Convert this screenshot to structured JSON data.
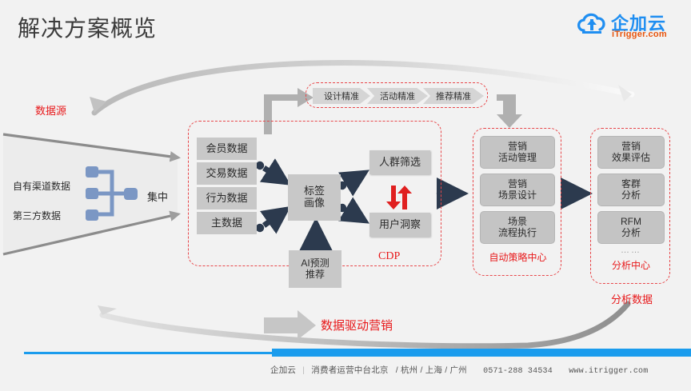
{
  "page": {
    "title": "解决方案概览",
    "background": "#f2f2f2"
  },
  "logo": {
    "icon": "cloud-icon",
    "brand": "企加云",
    "sub": "iTrigger.com",
    "brand_color": "#1f8ef1",
    "sub_color": "#e8540c"
  },
  "labels": {
    "data_source": "数据源",
    "cdp": "CDP",
    "auto_strategy_center": "自动策略中心",
    "analysis_center": "分析中心",
    "data_driven_marketing": "数据驱动营销",
    "analysis_data": "分析数据",
    "ellipsis": "……",
    "accent_red": "#e8191b"
  },
  "funnel": {
    "line1": "自有渠道数据",
    "line2": "第三方数据",
    "converge": "集中",
    "icon": "merge-branch-icon"
  },
  "precision_band": {
    "items": [
      {
        "label": "设计精准"
      },
      {
        "label": "活动精准"
      },
      {
        "label": "推荐精准"
      }
    ]
  },
  "cdp": {
    "sources": [
      {
        "label": "会员数据"
      },
      {
        "label": "交易数据"
      },
      {
        "label": "行为数据"
      },
      {
        "label": "主数据"
      }
    ],
    "core": {
      "line1": "标签",
      "line2": "画像"
    },
    "ai": {
      "line1": "AI预测",
      "line2": "推荐"
    },
    "outputs": [
      {
        "label": "人群筛选"
      },
      {
        "label": "用户洞察"
      }
    ],
    "exchange_icon": "red-double-arrow-icon"
  },
  "strategy_center": {
    "items": [
      {
        "line1": "营销",
        "line2": "活动管理"
      },
      {
        "line1": "营销",
        "line2": "场景设计"
      },
      {
        "line1": "场景",
        "line2": "流程执行"
      }
    ],
    "caption": "自动策略中心"
  },
  "analysis_center": {
    "items": [
      {
        "line1": "营销",
        "line2": "效果评估"
      },
      {
        "line1": "客群",
        "line2": "分析"
      },
      {
        "line1": "RFM",
        "line2": "分析"
      }
    ],
    "ellipsis": "……",
    "caption": "分析中心"
  },
  "footer": {
    "company": "企加云",
    "divider": "|",
    "business": "消费者运营中台北京",
    "cities": "/ 杭州 / 上海 / 广州",
    "phone": "0571-288 34534",
    "website": "www.itrigger.com",
    "bar_color": "#1b9ced"
  }
}
